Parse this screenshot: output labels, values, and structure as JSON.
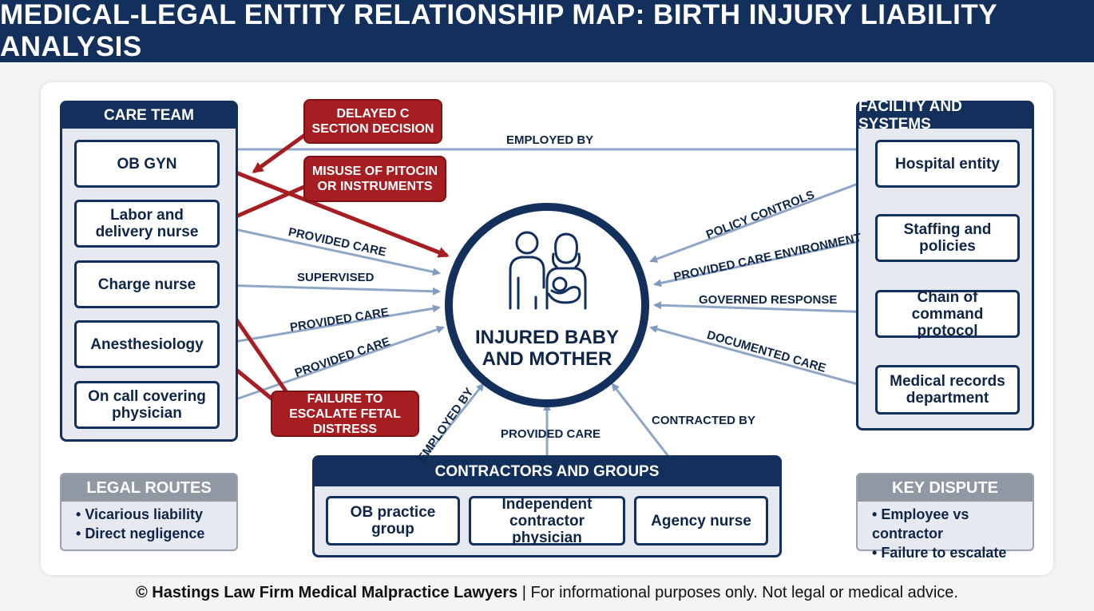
{
  "title": "MEDICAL-LEGAL ENTITY RELATIONSHIP MAP: BIRTH INJURY LIABILITY ANALYSIS",
  "center": {
    "label": "INJURED BABY AND MOTHER",
    "icon": "family-icon"
  },
  "care_team": {
    "heading": "CARE TEAM",
    "members": [
      "OB GYN",
      "Labor and delivery nurse",
      "Charge nurse",
      "Anesthesiology",
      "On call covering physician"
    ]
  },
  "facility": {
    "heading": "FACILITY AND SYSTEMS",
    "items": [
      "Hospital entity",
      "Staffing and policies",
      "Chain of command protocol",
      "Medical records department"
    ]
  },
  "contractors": {
    "heading": "CONTRACTORS AND GROUPS",
    "items": [
      "OB practice group",
      "Independent contractor physician",
      "Agency nurse"
    ]
  },
  "failures": [
    "DELAYED C SECTION DECISION",
    "MISUSE OF PITOCIN OR INSTRUMENTS",
    "FAILURE TO ESCALATE FETAL DISTRESS"
  ],
  "relationships": {
    "employed_by_top": "EMPLOYED BY",
    "provided_care_1": "PROVIDED CARE",
    "supervised": "SUPERVISED",
    "provided_care_2": "PROVIDED CARE",
    "provided_care_3": "PROVIDED CARE",
    "policy_controls": "POLICY CONTROLS",
    "provided_care_environment": "PROVIDED CARE ENVIRONMENT",
    "governed_response": "GOVERNED RESPONSE",
    "documented_care": "DOCUMENTED CARE",
    "employed_by_bottom": "EMPLOYED BY",
    "provided_care_bottom": "PROVIDED CARE",
    "contracted_by": "CONTRACTED BY"
  },
  "legal_routes": {
    "heading": "LEGAL ROUTES",
    "items": [
      "Vicarious liability",
      "Direct negligence"
    ]
  },
  "key_dispute": {
    "heading": "KEY DISPUTE",
    "items": [
      "Employee vs contractor",
      "Failure to escalate"
    ]
  },
  "footer": {
    "copyright": "© Hastings Law Firm Medical Malpractice Lawyers",
    "disclaimer": " | For informational purposes only. Not legal or medical advice."
  },
  "colors": {
    "navy": "#132f5c",
    "failure_red": "#a61e22",
    "link_blue": "#8ea7c6",
    "panel": "#e6eaf0"
  }
}
